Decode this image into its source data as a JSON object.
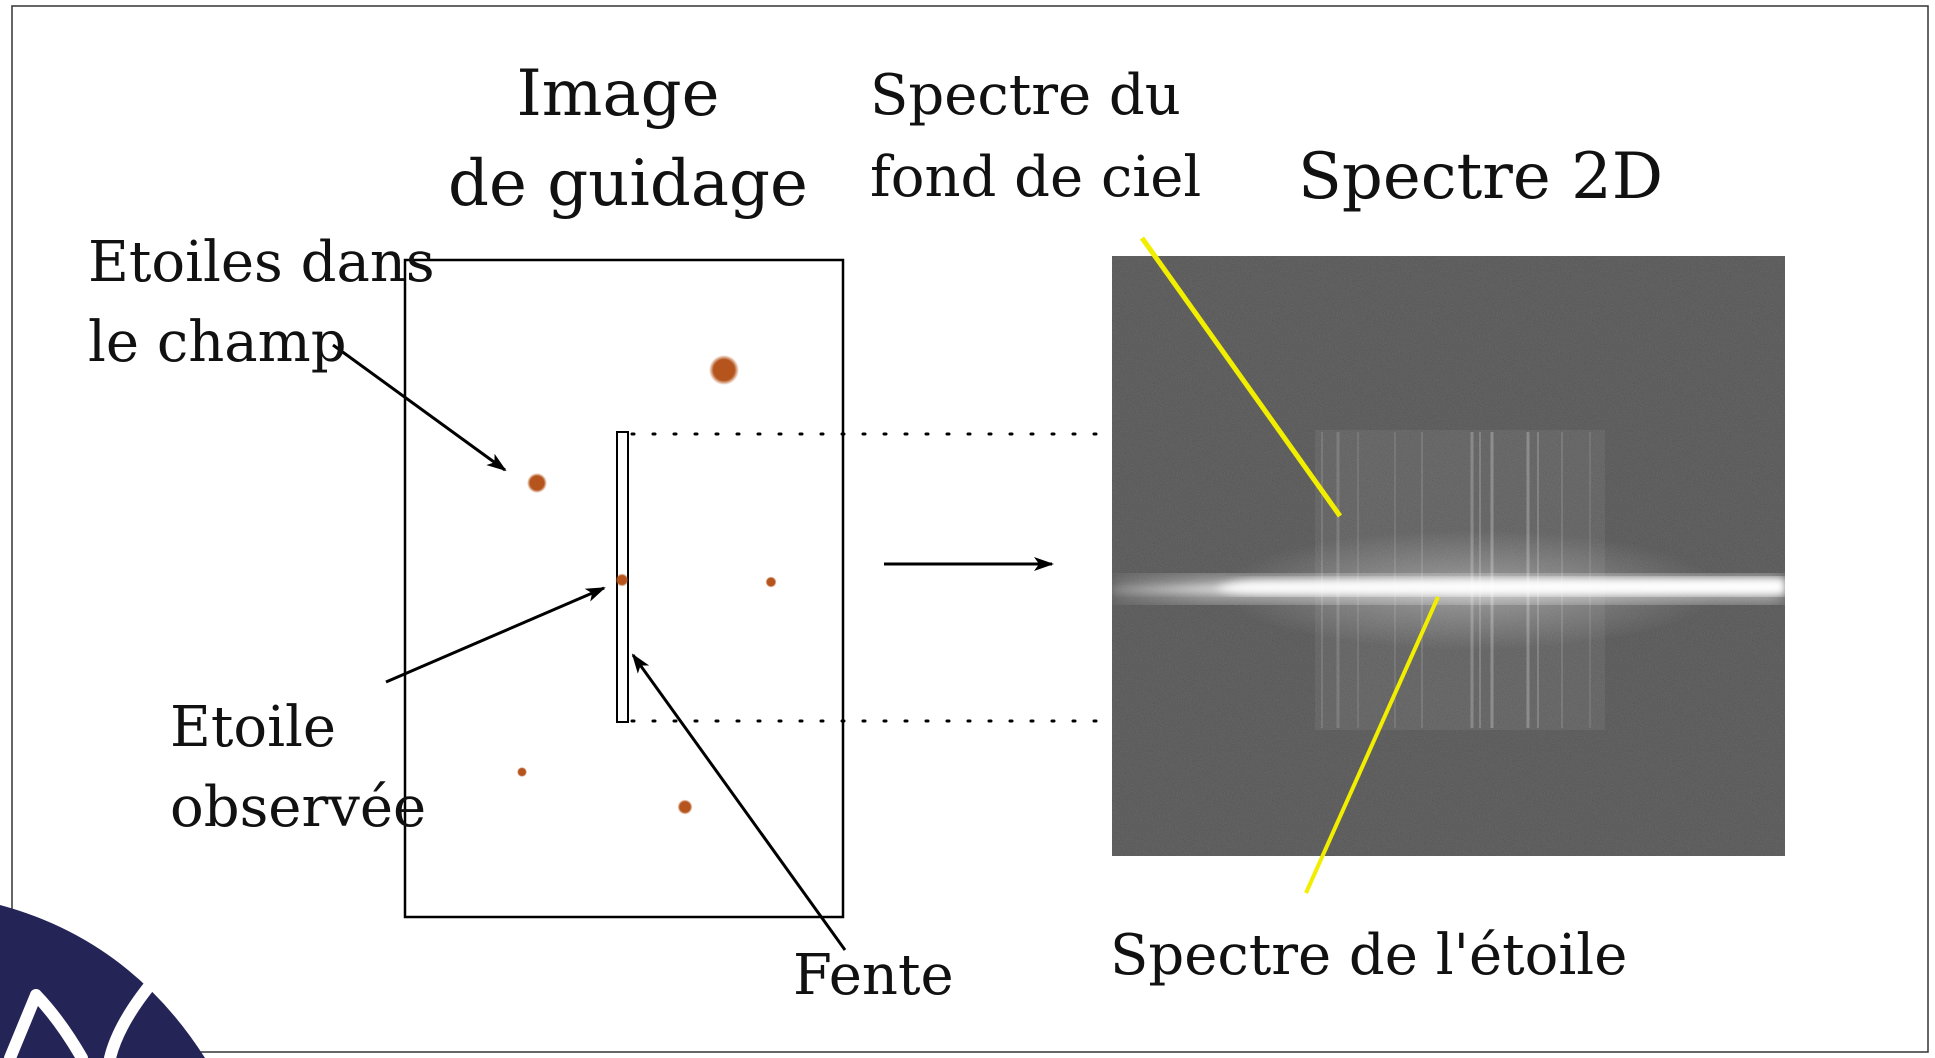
{
  "title_guide": [
    "Image",
    "de guidage"
  ],
  "title_sky": [
    "Spectre du",
    "fond de ciel"
  ],
  "title_2d": "Spectre 2D",
  "label_field_stars": [
    "Etoiles dans",
    "le champ"
  ],
  "label_target_star": [
    "Etoile",
    "observée"
  ],
  "label_slit": "Fente",
  "label_star_spectrum": "Spectre de l'étoile",
  "colors": {
    "star": "#b5541c",
    "pointer_line": "#f2ee00",
    "frame": "#000000",
    "spectrum_bg": "#4e4e4e",
    "logo": "#242456"
  }
}
